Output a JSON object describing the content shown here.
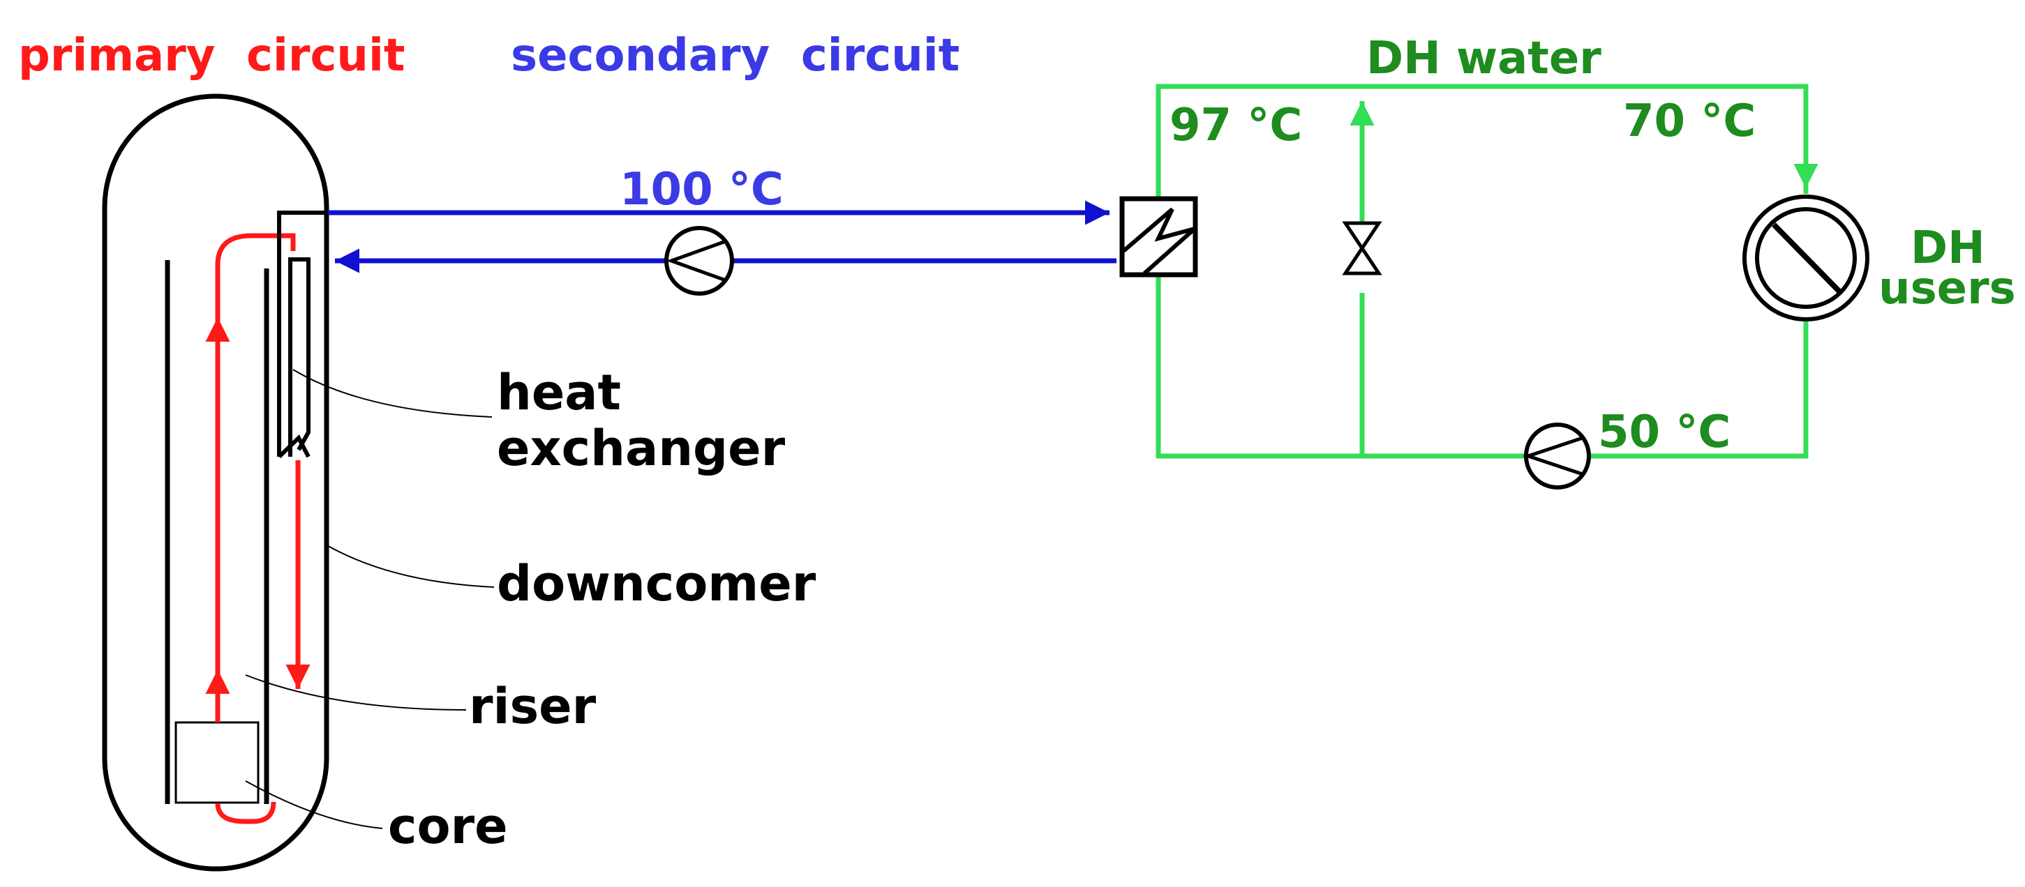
{
  "labels": {
    "primary_circuit": "primary  circuit",
    "secondary_circuit": "secondary  circuit",
    "dh_water": "DH water",
    "temp_97": "97 °C",
    "temp_70": "70 °C",
    "temp_100": "100 °C",
    "temp_50": "50 °C",
    "dh_users_line1": "DH",
    "dh_users_line2": "users",
    "heat_exchanger_line1": "heat",
    "heat_exchanger_line2": "exchanger",
    "downcomer": "downcomer",
    "riser": "riser",
    "core": "core"
  },
  "colors": {
    "primary": "#ff1a1a",
    "secondary": "#1010d0",
    "dh": "#33dd55",
    "dh_text": "#1e8c1e",
    "outline": "#000000"
  }
}
